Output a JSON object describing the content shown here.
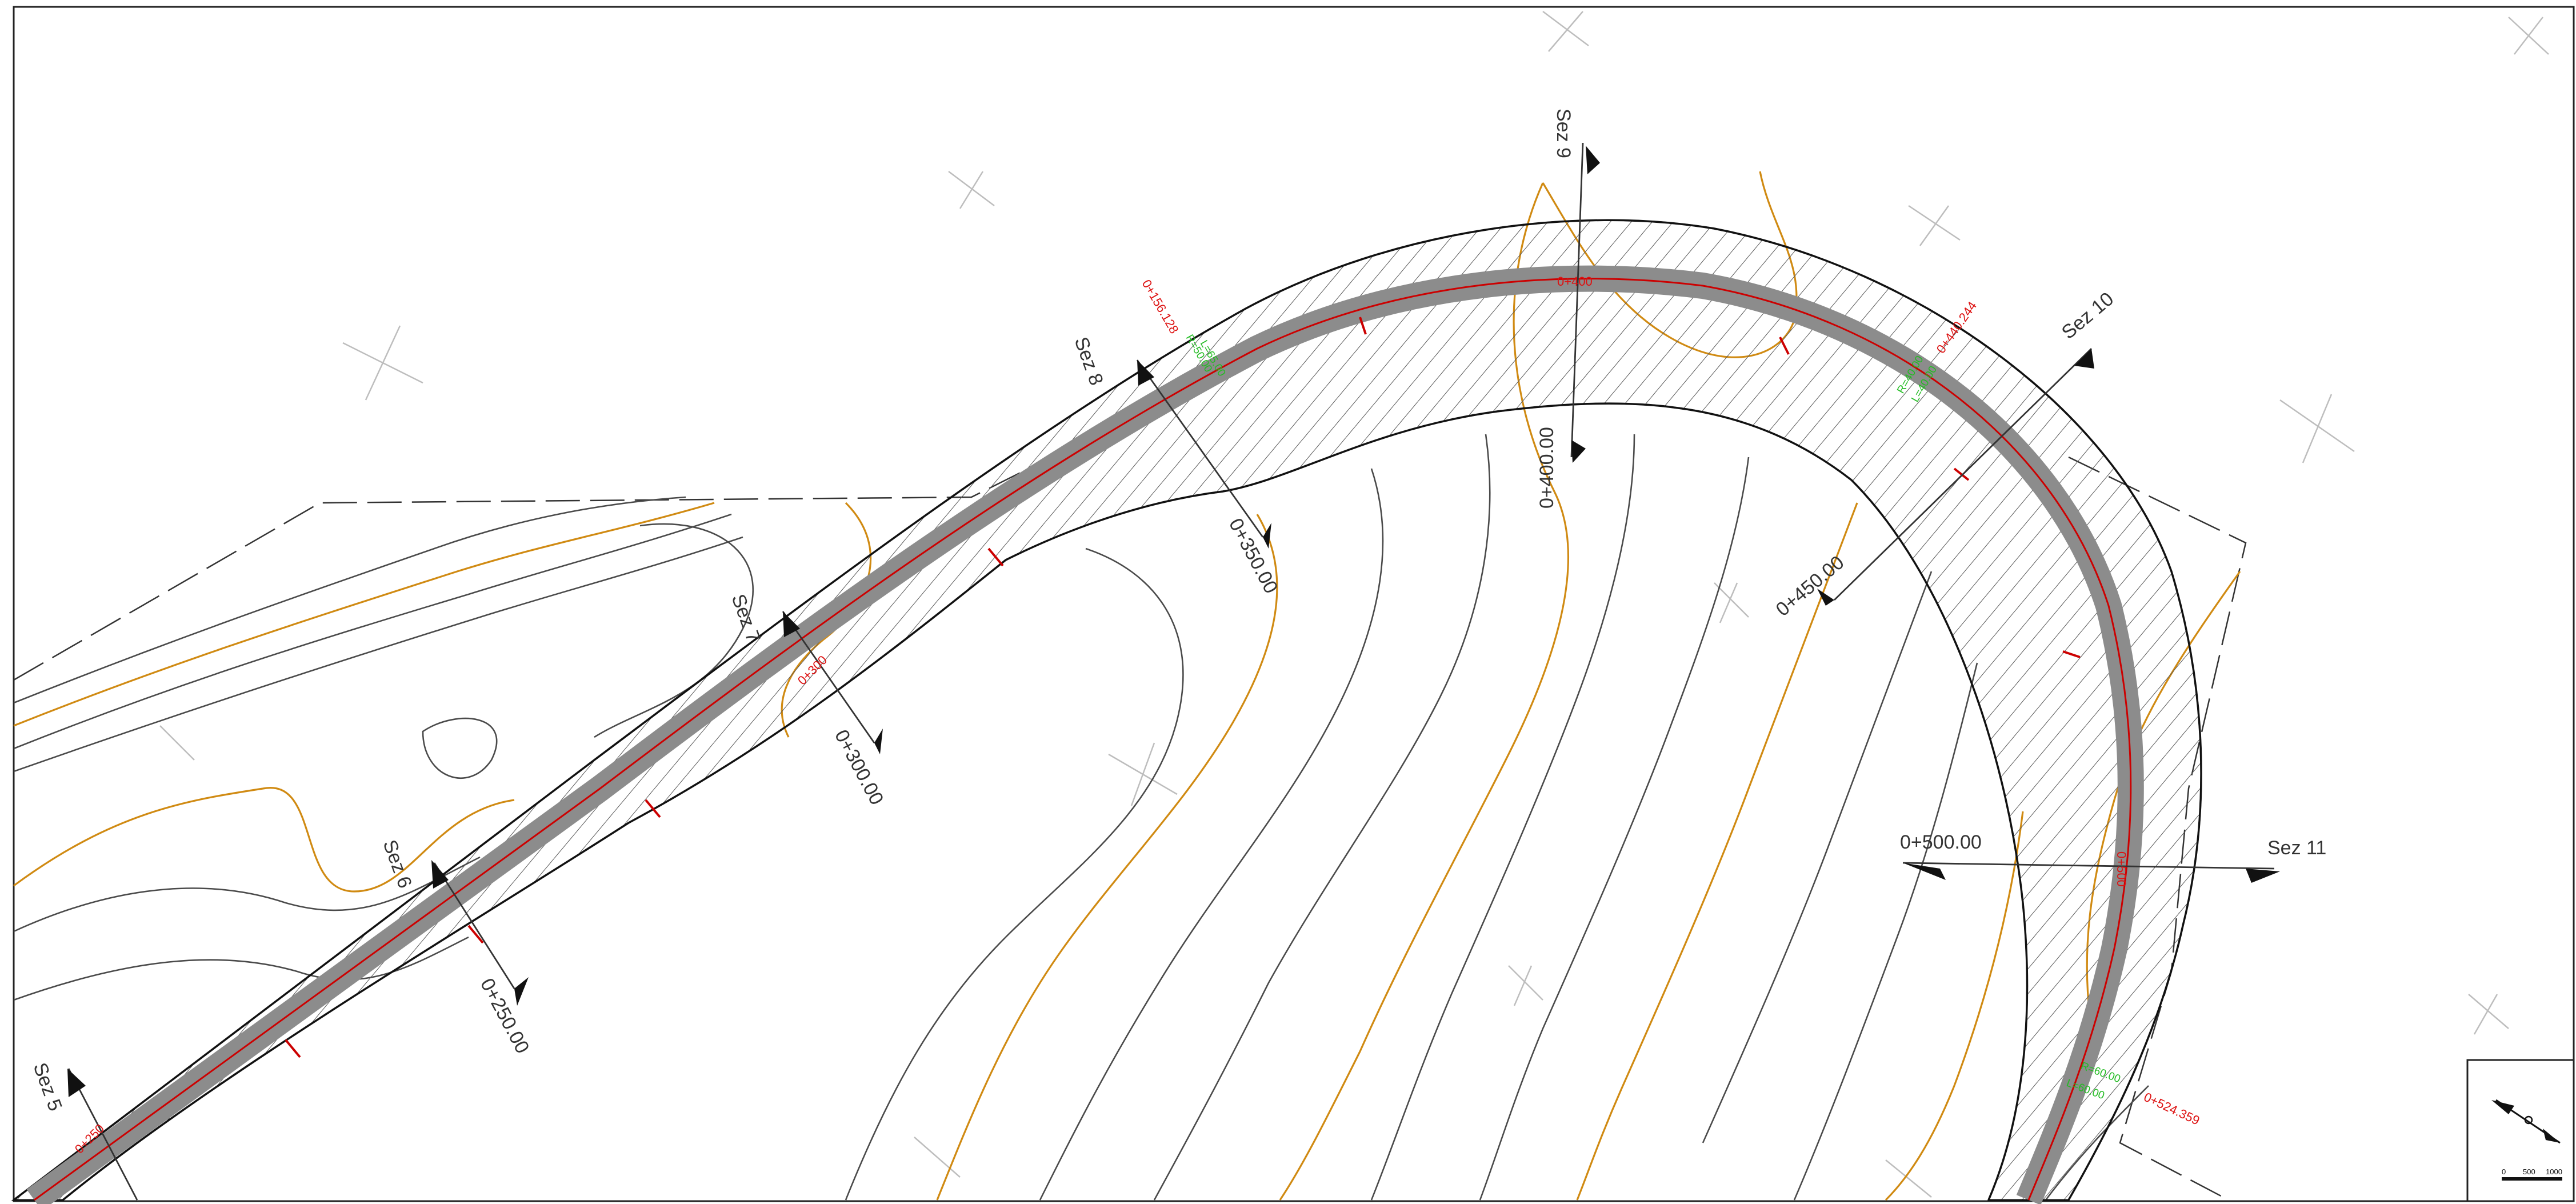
{
  "sections": [
    {
      "name": "Sez 5"
    },
    {
      "name": "Sez 6"
    },
    {
      "name": "Sez 7"
    },
    {
      "name": "Sez 8"
    },
    {
      "name": "Sez 9"
    },
    {
      "name": "Sez 10"
    },
    {
      "name": "Sez 11"
    }
  ],
  "chainage_labels": [
    "0+250.00",
    "0+300.00",
    "0+350.00",
    "0+400.00",
    "0+450.00",
    "0+500.00"
  ],
  "axis_labels": {
    "tangent_start_1": "0+156.128",
    "axis_400": "0+400",
    "tangent_end_1": "0+440.244",
    "tangent_start_2": "0+524.359",
    "axis_250": "0+250",
    "axis_300": "0+300",
    "axis_500": "0+500"
  },
  "curve_labels": {
    "curve_1_a": "R=50.00",
    "curve_1_b": "L=65.00",
    "curve_2_a": "R=40.00",
    "curve_2_b": "L=40.00",
    "curve_3_a": "R=60.00",
    "curve_3_b": "L=60.00"
  },
  "scale_bar": {
    "labels": [
      "0",
      "500",
      "1000"
    ]
  },
  "colors": {
    "axis": "#cc0000",
    "contour_major": "#d08a12",
    "contour_minor": "#4a4a4a",
    "road_band": "#8c8c8c",
    "curve_labels": "#22bb22"
  }
}
